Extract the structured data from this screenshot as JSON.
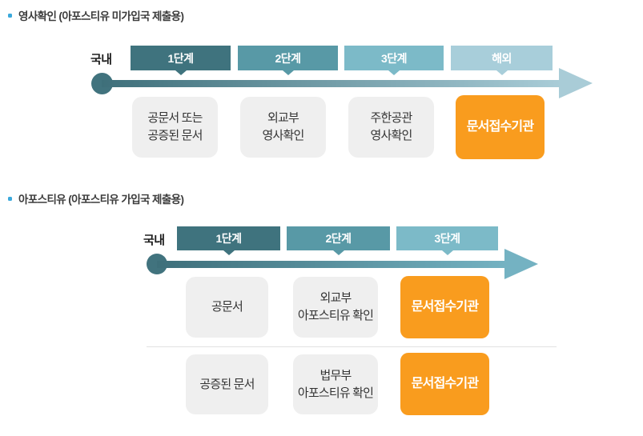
{
  "sections": [
    {
      "title": "영사확인 (아포스티유 미가입국 제출용)",
      "region_label": "국내",
      "steps": [
        "1단계",
        "2단계",
        "3단계",
        "해외"
      ],
      "rows": [
        {
          "cards": [
            {
              "text": "공문서 또는\n공증된 문서"
            },
            {
              "text": "외교부\n영사확인"
            },
            {
              "text": "주한공관\n영사확인"
            },
            {
              "text": "문서접수기관"
            }
          ]
        }
      ]
    },
    {
      "title": "아포스티유 (아포스티유 가입국 제출용)",
      "region_label": "국내",
      "steps": [
        "1단계",
        "2단계",
        "3단계"
      ],
      "rows": [
        {
          "cards": [
            {
              "text": "공문서"
            },
            {
              "text": "외교부\n아포스티유 확인"
            },
            {
              "text": "문서접수기관"
            }
          ]
        },
        {
          "cards": [
            {
              "text": "공증된 문서"
            },
            {
              "text": "법무부\n아포스티유 확인"
            },
            {
              "text": "문서접수기관"
            }
          ]
        }
      ]
    }
  ],
  "colors": {
    "step_dark": "#3F737E",
    "step_medium": "#5899A6",
    "step_light": "#7CBAC8",
    "step_lightest": "#A8CEDA",
    "arrow_gradient_start": "#3E6F7A",
    "arrow_end_section1": "#A9CCD7",
    "arrow_end_section2": "#74B2C2",
    "highlight_orange": "#F99C1E",
    "card_gray": "#EFEFEF",
    "bullet_blue": "#3BA9DC"
  }
}
